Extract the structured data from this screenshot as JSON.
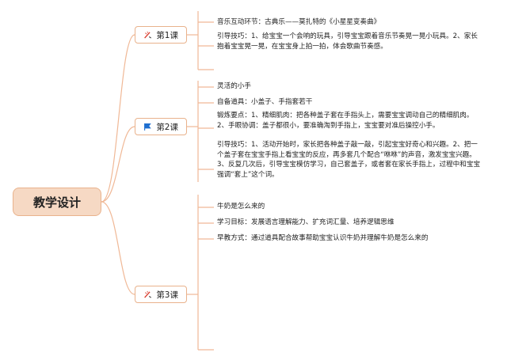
{
  "root": {
    "label": "教学设计"
  },
  "colors": {
    "root_fill": "#f6d9c4",
    "border": "#e9b28c",
    "line": "#f0b896",
    "flag": "#1f6fd0",
    "pen": "#d93a2b"
  },
  "branches": [
    {
      "label": "第1课",
      "icon": "pen-icon",
      "items": [
        "音乐互动环节：古典乐——莫扎特的《小星星变奏曲》",
        "引导技巧：1、给宝宝一个会响的玩具，引导宝宝跟着音乐节奏晃一晃小玩具。2、家长抱着宝宝晃一晃，在宝宝身上拍一拍，体会歌曲节奏感。"
      ]
    },
    {
      "label": "第2课",
      "icon": "flag-icon",
      "items": [
        "灵活的小手",
        "自备道具：小盖子、手指套若干",
        "锻炼要点：1、精细肌肉：把各种盖子套在手指头上，需要宝宝调动自己的精细肌肉。2、手眼协调：盖子都很小，要准确淘到手指上，宝宝要对准后操控小手。",
        "引导技巧：1、活动开始时，家长把各种盖子敲一敲，引起宝宝好奇心和兴趣。2、把一个盖子套在宝宝手指上看宝宝的反应，再多套几个配合“咻咻”的声音，激发宝宝兴趣。3、反复几次后，引导宝宝模仿学习，自己套盖子，或者套在家长手指上，过程中和宝宝强调“套上”这个词。"
      ]
    },
    {
      "label": "第3课",
      "icon": "pen-icon",
      "items": [
        "牛奶是怎么来的",
        "学习目标：发展语言理解能力、扩充词汇量、培养逻辑思维",
        "早教方式：通过道具配合故事帮助宝宝认识牛奶并理解牛奶是怎么来的"
      ]
    }
  ]
}
